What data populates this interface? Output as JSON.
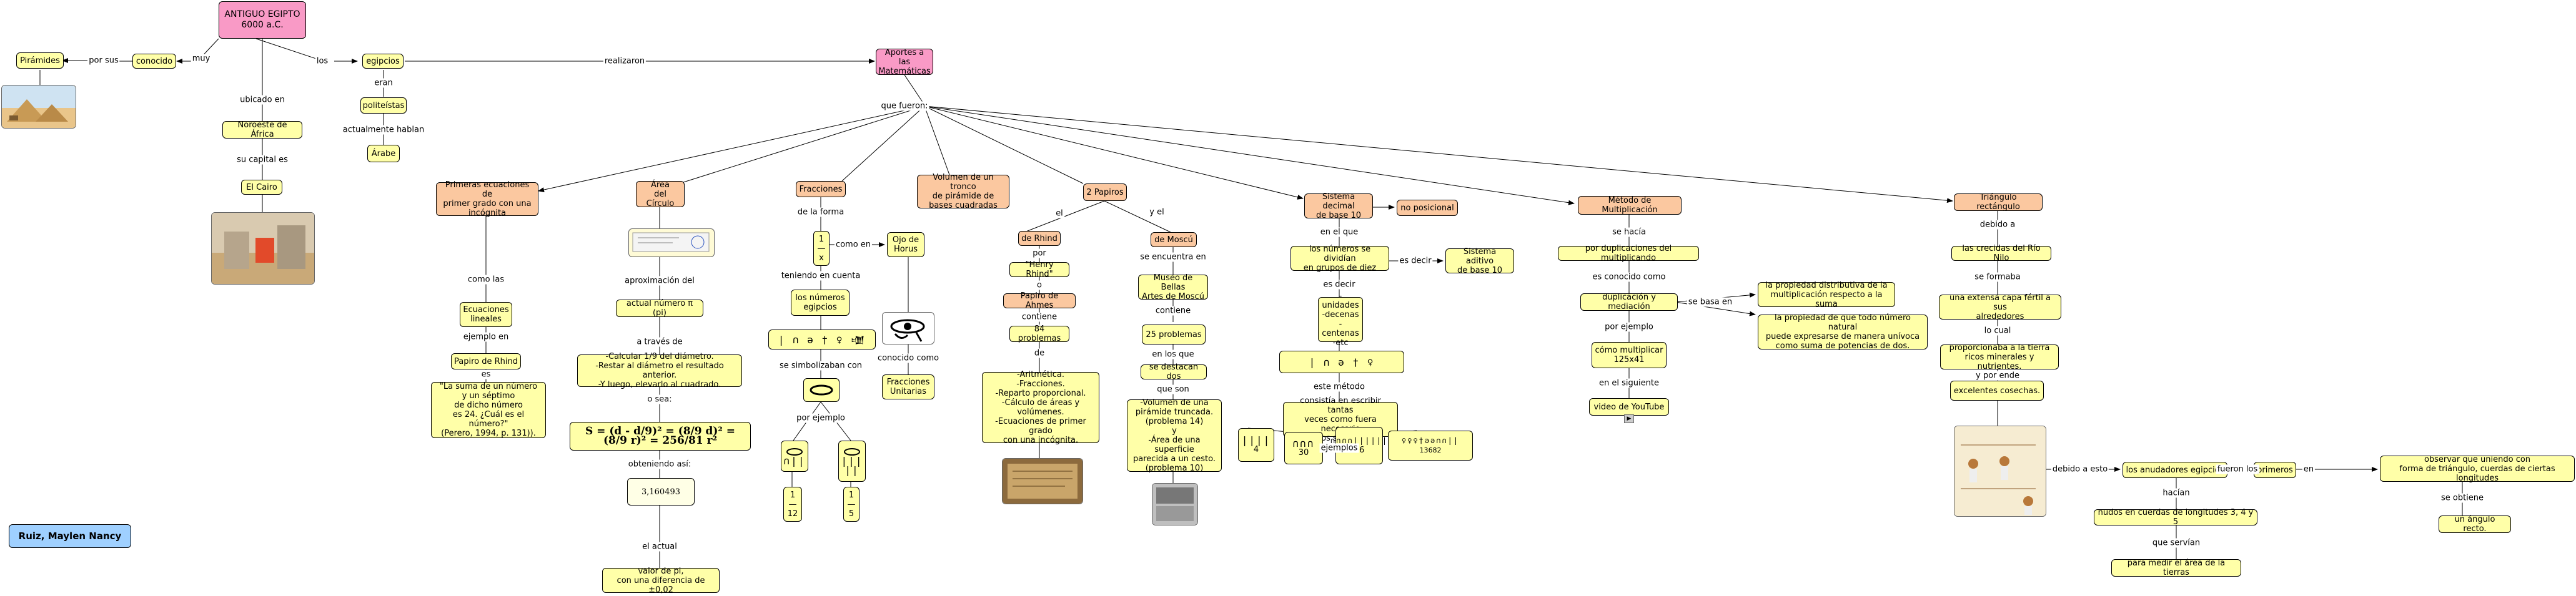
{
  "author": "Ruiz, Maylen Nancy",
  "root": "ANTIGUO EGIPTO\n6000 a.C.",
  "contributions": "Aportes a las\nMatemáticas",
  "nodes": {
    "piramides": "Pirámides",
    "conocido": "conocido",
    "egipcios": "egipcios",
    "politeistas": "politeístas",
    "arabe": "Árabe",
    "noreste": "Noroeste de África",
    "cairo": "El Cairo",
    "ecuaciones": "Primeras ecuaciones de\nprimer grado con una\nincógnita",
    "ec_lineales": "Ecuaciones\nlineales",
    "papiro_rhind": "Papiro de Rhind",
    "cita": "\"La suma de un número\ny un séptimo\nde dicho número\nes 24. ¿Cuál es el número?\"\n(Perero, 1994, p. 131)).",
    "area": "Área\ndel Círculo",
    "actual": "actual número π (pi)",
    "calcular": "-Calcular 1/9 del diámetro.\n-Restar al diámetro el resultado anterior.\n-Y luego, elevarlo al cuadrado.",
    "obtenido": "3,160493",
    "valor_pi": "valor de pi,\ncon una diferencia de ±0,02",
    "fracciones": "Fracciones",
    "uno_x": "1\n—\nx",
    "ojo": "Ojo de\nHorus",
    "los_numeros": "los números\negipcios",
    "fr_unitarias": "Fracciones\nUnitarias",
    "f_12_top": "1",
    "f_12_bot": "12",
    "f_5_top": "1",
    "f_5_bot": "5",
    "volumen": "Volumen de un tronco\nde pirámide de\nbases cuadradas",
    "papiros": "2 Papiros",
    "de_rhind": "de Rhind",
    "henry": "\"Henry Rhind\"",
    "papiro_ahmes": "Papiro de Ahmes",
    "prob84": "84 problemas",
    "lista_ahmes": "-Aritmética.\n-Fracciones.\n-Reparto proporcional.\n-Cálculo de áreas y\nvolúmenes.\n-Ecuaciones de primer grado\ncon una incógnita.",
    "de_moscu": "de Moscú",
    "museo": "Museo de Bellas\nArtes de Moscú",
    "prob25": "25 problemas",
    "se_destacan": "se destacan dos",
    "lista_moscu": "-Volumen de una\npirámide truncada.\n(problema 14)\ny\n-Área de una superficie\nparecida a un cesto.\n(problema 10)",
    "sistema": "Sistema decimal\nde base 10",
    "no_posicional": "no posicional",
    "agrupados": "los números se dividían\nen grupos de diez",
    "aditivo": "Sistema aditivo\nde base 10",
    "unidades": "-unidades\n-decenas\n-centenas\n-etc",
    "consistia": "consistía en escribir tantas\nveces como fuera necesario\nesos símbolos",
    "ej4": "4",
    "ej30": "30",
    "ej46": "46",
    "ej13682": "13682",
    "metodo": "Método de Multiplicación",
    "duplicaciones": "por duplicaciones del multiplicando",
    "dup_med": "duplicación y mediación",
    "distributiva": "la propiedad distributiva de la\nmultiplicación respecto a la suma",
    "prop_natural": "la propiedad de que todo número natural\npuede expresarse de manera unívoca\ncomo suma de potencias de dos.",
    "como_mult": "cómo multiplicar\n125x41",
    "video": "video de YouTube",
    "triangulo": "Triángulo rectángulo",
    "crecidas": "las crecidas del Río Nilo",
    "franja": "una extensa capa fértil a sus\nalrededores",
    "proporcionaba": "proporcionaba a la tierra\nricos minerales y nutrientes.",
    "cosechas": "excelentes cosechas.",
    "anudadores": "los anudadores egipcios",
    "primeros": "primeros",
    "observar": "observar que uniendo con\nforma de triángulo, cuerdas de ciertas longitudes",
    "nudos": "nudos en cuerdas de longitudes 3, 4 y 5",
    "medir": "para medir el área de la tierras",
    "angulo": "un ángulo recto."
  },
  "formula": {
    "text": "S = (d - d/9)² = (8/9 d)² = (8/9 r)² = 256/81 r²"
  },
  "glyphs": {
    "numerals_a": "| ∩ ə † ♀ 𒌞",
    "numerals_b": "| ∩ ə † ♀",
    "ej4_glyph": "||||",
    "ej30_glyph": "∩∩∩",
    "ej46_glyph": "∩∩∩∩||||||",
    "ej13682_glyph": "♀♀♀†əə∩∩||"
  },
  "labels": {
    "por_sus": "por sus",
    "muy": "muy",
    "los": "los",
    "realizaron": "realizaron",
    "eran": "eran",
    "actualmente": "actualmente hablan",
    "ubicado": "ubicado en",
    "capital": "su capital es",
    "que_fueron": "que fueron:",
    "como_las": "como las",
    "ejemplo_en": "ejemplo en",
    "es": "es",
    "aproximacion": "aproximación del",
    "a_traves": "a través de",
    "o_sea": "o sea:",
    "obtenido_asi": "obteniendo así:",
    "el_actual": "el actual",
    "de_la_forma": "de la forma",
    "como_en": "como en",
    "teniendo": "teniendo en cuenta",
    "simbolizaban": "se simbolizaban con",
    "por_ejemplo": "por ejemplo",
    "conocido_como": "conocido como",
    "el": "el",
    "y_el": "y el",
    "por": "por",
    "o": "o",
    "contiene": "contiene",
    "de": "de",
    "se_encuentra": "se encuentra en",
    "contiene2": "contiene",
    "en_los_que": "en los que",
    "que_son": "que son",
    "en_el_que": "en el que",
    "es_decir": "es decir",
    "es_decir2": "es decir",
    "este_metodo": "este método",
    "ejemplos": "ejemplos",
    "se_hacia": "se hacía",
    "es_conocido": "es conocido como",
    "se_basa": "se basa en",
    "por_ejemplo2": "por ejemplo",
    "en_siguiente": "en el siguiente",
    "debido_a": "debido a",
    "se_formaba": "se formaba",
    "lo_cual": "lo cual",
    "y_por_ende": "y por ende",
    "debido_esto": "debido a esto",
    "fueron_los": "fueron los",
    "en": "en",
    "se_obtiene": "se obtiene",
    "hacian": "hacían",
    "que_servian": "que servían"
  }
}
